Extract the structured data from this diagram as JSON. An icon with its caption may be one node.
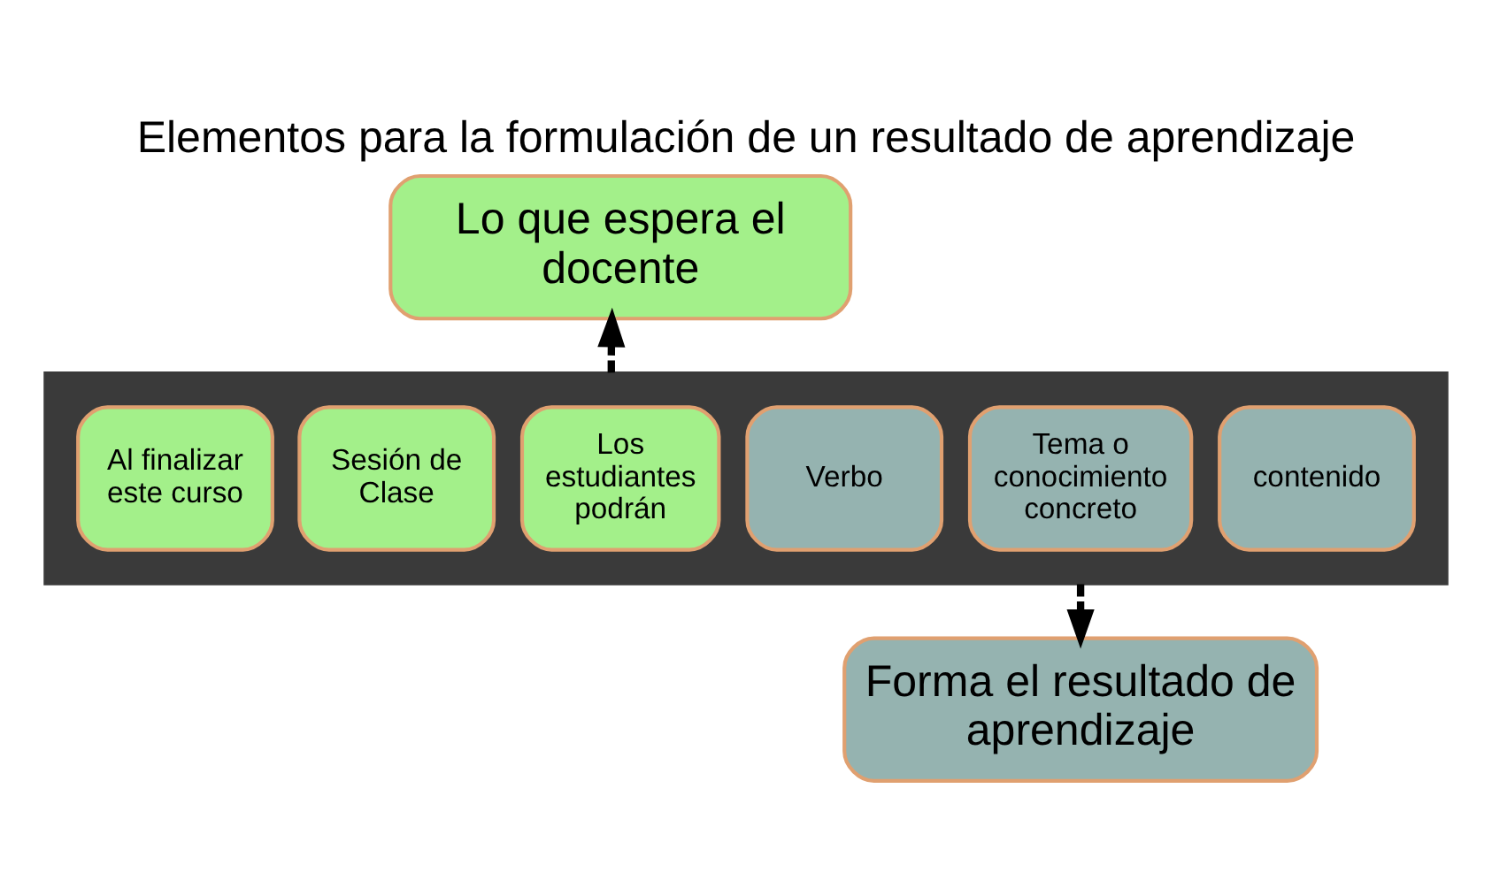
{
  "diagram": {
    "title": "Elementos para la formulación de un resultado de aprendizaje",
    "nodes": [
      {
        "text": [
          "Lo que espera el docente"
        ]
      },
      {
        "text": [],
        "shape": "arrow"
      },
      {
        "text": [
          "Al finalizar este curso"
        ],
        "in": 1
      },
      {
        "text": [
          "Sesión de Clase"
        ],
        "in": 1
      },
      {
        "text": [
          "Los estudiantes podrán"
        ],
        "in": 1
      },
      {
        "text": [
          "Verbo"
        ],
        "in": 1
      },
      {
        "text": [
          "Tema o conocimiento concreto"
        ],
        "in": 1
      },
      {
        "text": [
          "contenido"
        ],
        "in": 1
      },
      {
        "text": [
          "Forma el resultado de aprendizaje"
        ]
      }
    ],
    "edges": [
      {
        "from": 1,
        "to": 0,
        "arrow": "to",
        "style": "dashed"
      },
      {
        "from": 1,
        "to": 8,
        "arrow": "to",
        "style": "dashed"
      }
    ]
  }
}
